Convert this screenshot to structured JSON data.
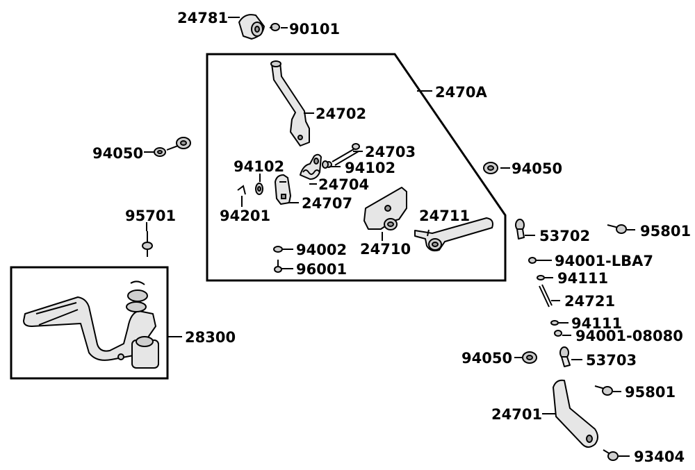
{
  "parts": {
    "p24781": "24781",
    "p90101": "90101",
    "p2470A": "2470A",
    "p24702": "24702",
    "p94050_a": "94050",
    "p94050_b": "94050",
    "p94050_c": "94050",
    "p24703": "24703",
    "p94102_a": "94102",
    "p94102_b": "94102",
    "p24704": "24704",
    "p24707": "24707",
    "p94201": "94201",
    "p24711": "24711",
    "p24710": "24710",
    "p53702": "53702",
    "p95801_a": "95801",
    "p95801_b": "95801",
    "p95701": "95701",
    "p94002": "94002",
    "p96001": "96001",
    "p94001_lba7": "94001-LBA7",
    "p94111_a": "94111",
    "p94111_b": "94111",
    "p24721": "24721",
    "p28300": "28300",
    "p94001_08080": "94001-08080",
    "p53703": "53703",
    "p24701": "24701",
    "p93404": "93404"
  }
}
